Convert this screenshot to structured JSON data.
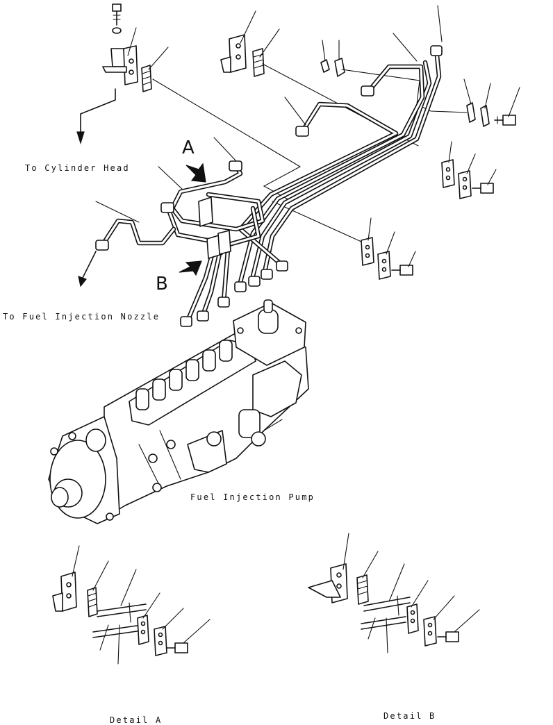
{
  "labels": {
    "to_cylinder_head": "To Cylinder Head",
    "to_fuel_injection_nozzle": "To Fuel Injection Nozzle",
    "fuel_injection_pump": "Fuel Injection Pump",
    "view_a": "A",
    "view_b": "B",
    "detail_a": "Detail A",
    "detail_b": "Detail B"
  }
}
